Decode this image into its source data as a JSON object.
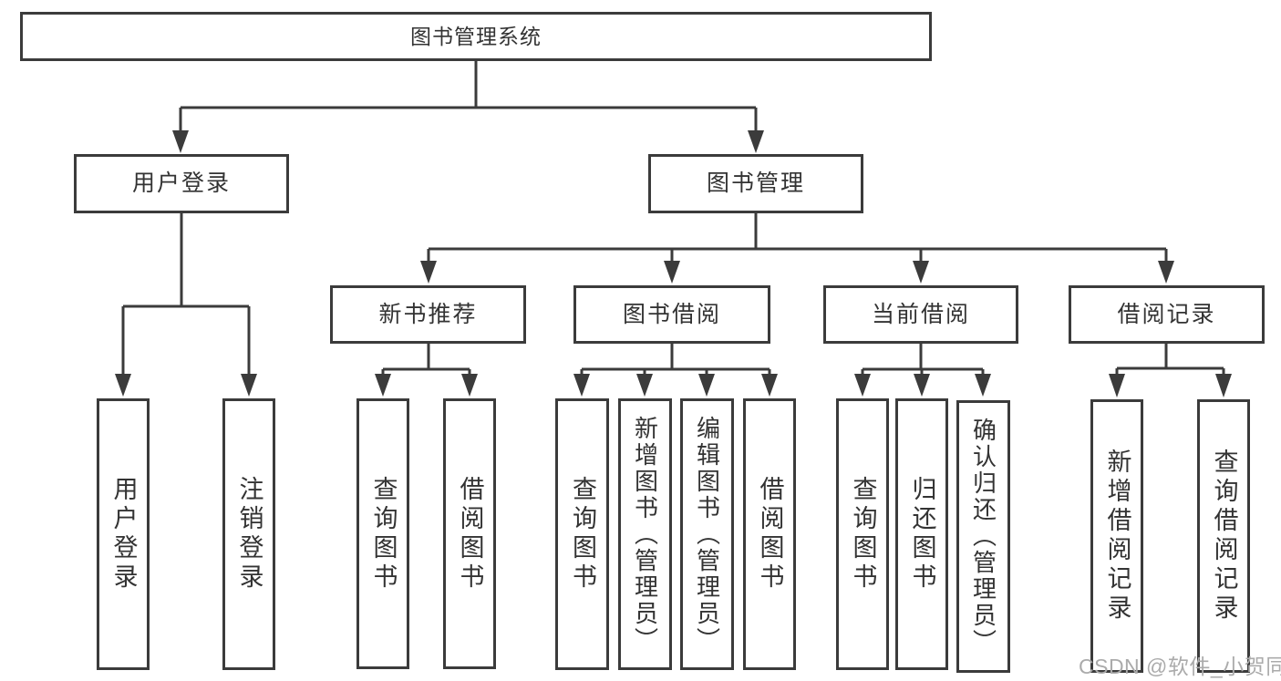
{
  "tree": {
    "label": "图书管理系统",
    "children": [
      {
        "label": "用户登录",
        "children": [
          {
            "label": "用户登录"
          },
          {
            "label": "注销登录"
          }
        ]
      },
      {
        "label": "图书管理",
        "children": [
          {
            "label": "新书推荐",
            "children": [
              {
                "label": "查询图书"
              },
              {
                "label": "借阅图书"
              }
            ]
          },
          {
            "label": "图书借阅",
            "children": [
              {
                "label": "查询图书"
              },
              {
                "label": "新增图书（管理员）"
              },
              {
                "label": "编辑图书（管理员）"
              },
              {
                "label": "借阅图书"
              }
            ]
          },
          {
            "label": "当前借阅",
            "children": [
              {
                "label": "查询图书"
              },
              {
                "label": "归还图书"
              },
              {
                "label": "确认归还（管理员）"
              }
            ]
          },
          {
            "label": "借阅记录",
            "children": [
              {
                "label": "新增借阅记录"
              },
              {
                "label": "查询借阅记录"
              }
            ]
          }
        ]
      }
    ]
  },
  "watermark": "CSDN @软件_小贺同学",
  "colors": {
    "line": "#3b3b3b",
    "text": "#333333",
    "box_bg": "#ffffff",
    "watermark": "#ababab",
    "background": "#ffffff"
  }
}
